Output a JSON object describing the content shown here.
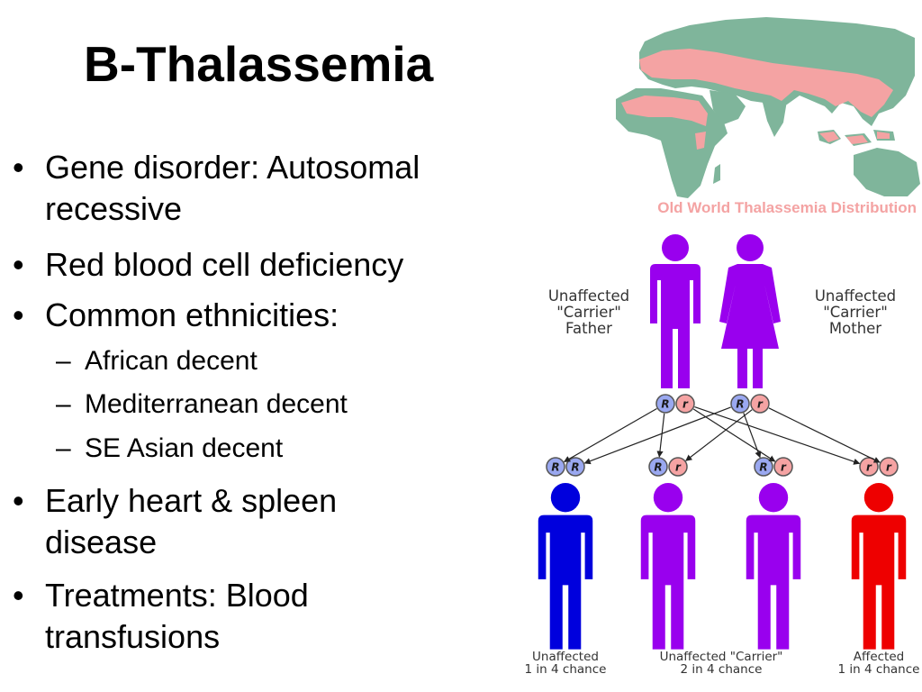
{
  "slide": {
    "title": "B-Thalassemia",
    "bullets": [
      {
        "level": 1,
        "lines": [
          "Gene disorder: Autosomal",
          "recessive"
        ]
      },
      {
        "level": 1,
        "lines": [
          "Red blood cell deficiency"
        ]
      },
      {
        "level": 1,
        "lines": [
          "Common ethnicities:"
        ]
      },
      {
        "level": 2,
        "lines": [
          "African decent"
        ]
      },
      {
        "level": 2,
        "lines": [
          "Mediterranean decent"
        ]
      },
      {
        "level": 2,
        "lines": [
          "SE Asian decent"
        ]
      },
      {
        "level": 1,
        "lines": [
          "Early heart & spleen",
          "disease"
        ]
      },
      {
        "level": 1,
        "lines": [
          "Treatments: Blood",
          "transfusions"
        ]
      }
    ],
    "bullet_markers": {
      "level1": "•",
      "level2": "–"
    }
  },
  "map": {
    "caption": "Old World Thalassemia Distribution",
    "colors": {
      "land": "#7fb59b",
      "thalassemia_region": "#f4a3a3",
      "caption": "#f4a3a3"
    }
  },
  "pedigree": {
    "parents": [
      {
        "id": "father",
        "caption": [
          "Unaffected",
          "\"Carrier\"",
          "Father"
        ],
        "alleles": [
          "R",
          "r"
        ],
        "color": "#9900ee"
      },
      {
        "id": "mother",
        "caption": [
          "Unaffected",
          "\"Carrier\"",
          "Mother"
        ],
        "alleles": [
          "R",
          "r"
        ],
        "color": "#9900ee"
      }
    ],
    "children": [
      {
        "alleles": [
          "R",
          "R"
        ],
        "color": "#0000dd"
      },
      {
        "alleles": [
          "R",
          "r"
        ],
        "color": "#9900ee"
      },
      {
        "alleles": [
          "R",
          "r"
        ],
        "color": "#9900ee"
      },
      {
        "alleles": [
          "r",
          "r"
        ],
        "color": "#ee0000"
      }
    ],
    "outcomes": [
      {
        "lines": [
          "Unaffected",
          "1 in 4 chance"
        ]
      },
      {
        "lines": [
          "Unaffected \"Carrier\"",
          "2 in 4 chance"
        ]
      },
      {
        "lines": [
          "Affected",
          "1 in 4 chance"
        ]
      }
    ],
    "allele_colors": {
      "R": "#9aa8f0",
      "r": "#f5a3a3"
    }
  }
}
